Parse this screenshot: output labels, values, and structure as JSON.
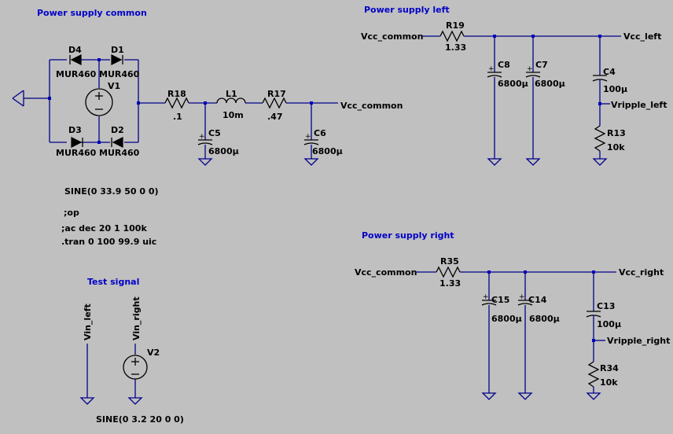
{
  "sections": {
    "common": "Power supply common",
    "left": "Power supply left",
    "right": "Power supply right",
    "test": "Test signal"
  },
  "components": {
    "D4": {
      "ref": "D4",
      "value": "MUR460"
    },
    "D1": {
      "ref": "D1",
      "value": "MUR460"
    },
    "D3": {
      "ref": "D3",
      "value": "MUR460"
    },
    "D2": {
      "ref": "D2",
      "value": "MUR460"
    },
    "V1": {
      "ref": "V1",
      "value": "SINE(0 33.9 50 0 0)"
    },
    "R18": {
      "ref": "R18",
      "value": ".1"
    },
    "L1": {
      "ref": "L1",
      "value": "10m"
    },
    "R17": {
      "ref": "R17",
      "value": ".47"
    },
    "C5": {
      "ref": "C5",
      "value": "6800µ"
    },
    "C6": {
      "ref": "C6",
      "value": "6800µ"
    },
    "R19": {
      "ref": "R19",
      "value": "1.33"
    },
    "C8": {
      "ref": "C8",
      "value": "6800µ"
    },
    "C7": {
      "ref": "C7",
      "value": "6800µ"
    },
    "C4": {
      "ref": "C4",
      "value": "100µ"
    },
    "R13": {
      "ref": "R13",
      "value": "10k"
    },
    "R35": {
      "ref": "R35",
      "value": "1.33"
    },
    "C15": {
      "ref": "C15",
      "value": "6800µ"
    },
    "C14": {
      "ref": "C14",
      "value": "6800µ"
    },
    "C13": {
      "ref": "C13",
      "value": "100µ"
    },
    "R34": {
      "ref": "R34",
      "value": "10k"
    },
    "V2": {
      "ref": "V2",
      "value": "SINE(0 3.2 20 0 0)"
    }
  },
  "nets": {
    "vcc_common": "Vcc_common",
    "vcc_left": "Vcc_left",
    "vcc_right": "Vcc_right",
    "vripple_left": "Vripple_left",
    "vripple_right": "Vripple_right",
    "vin_left": "Vin_left",
    "vin_right": "Vin_right"
  },
  "directives": {
    "op": ";op",
    "ac": ";ac dec 20 1 100k",
    "tran": ".tran 0 100 99.9 uic"
  },
  "colors": {
    "background": "#c0c0c0",
    "wire": "#00008a",
    "title": "#0000c8"
  }
}
